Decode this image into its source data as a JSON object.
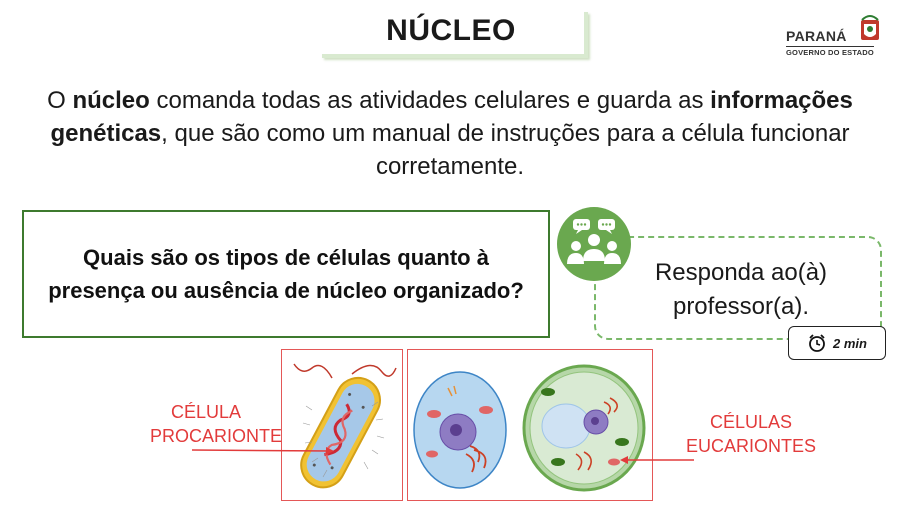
{
  "title": "NÚCLEO",
  "logo": {
    "name": "PARANÁ",
    "sub": "GOVERNO DO ESTADO"
  },
  "intro": {
    "p1": "O ",
    "b1": "núcleo",
    "p2": " comanda todas as atividades celulares e guarda as ",
    "b2": "informações genéticas",
    "p3": ", que são como um manual de instruções para a célula funcionar corretamente."
  },
  "question": "Quais são os tipos de células quanto à presença ou ausência de núcleo organizado?",
  "answer_prompt": "Responda ao(à) professor(a).",
  "timer": "2 min",
  "labels": {
    "procarionte_l1": "CÉLULA",
    "procarionte_l2": "PROCARIONTE",
    "eucariontes_l1": "CÉLULAS",
    "eucariontes_l2": "EUCARIONTES"
  },
  "colors": {
    "accent_green": "#3d7a2e",
    "dash_green": "#7ab86a",
    "label_red": "#e23b3b",
    "icon_green": "#6aa84f"
  }
}
